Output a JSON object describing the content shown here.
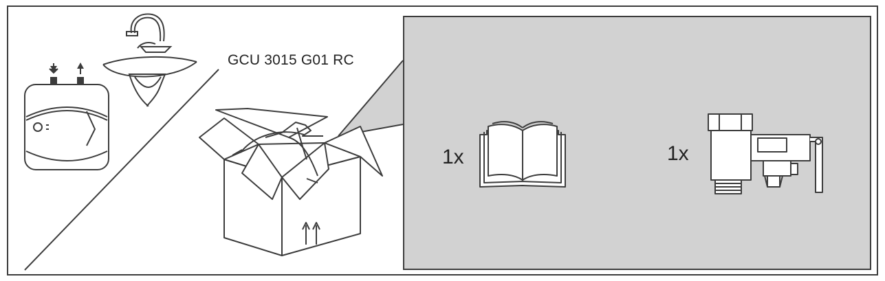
{
  "diagram": {
    "model": "GCU 3015 G01 RC",
    "colors": {
      "panel_fill": "#d2d2d2",
      "line": "#3c3c3c",
      "background": "#ffffff"
    },
    "icons": [
      "water-heater-icon",
      "sink-faucet-icon",
      "open-box-icon",
      "manual-book-icon",
      "safety-valve-icon"
    ],
    "package_contents": [
      {
        "quantity": "1x",
        "item_icon": "manual-book-icon"
      },
      {
        "quantity": "1x",
        "item_icon": "safety-valve-icon"
      }
    ]
  }
}
